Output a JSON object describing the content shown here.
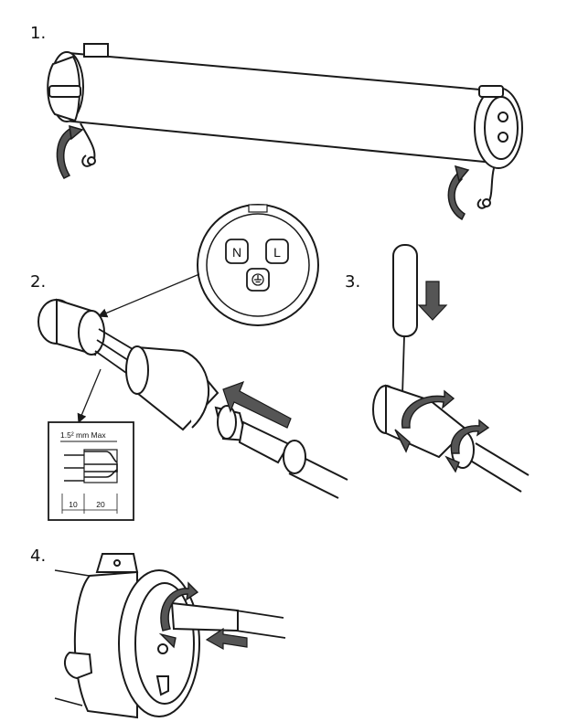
{
  "steps": [
    {
      "number": "1."
    },
    {
      "number": "2."
    },
    {
      "number": "3."
    },
    {
      "number": "4."
    }
  ],
  "connector_face": {
    "terminal_n": "N",
    "terminal_l": "L"
  },
  "wire_spec": {
    "title": "1.5² mm Max",
    "dim_strip": "10",
    "dim_sheath": "20"
  },
  "colors": {
    "line": "#1a1a1a",
    "arrow_fill": "#555555",
    "background": "#ffffff"
  }
}
